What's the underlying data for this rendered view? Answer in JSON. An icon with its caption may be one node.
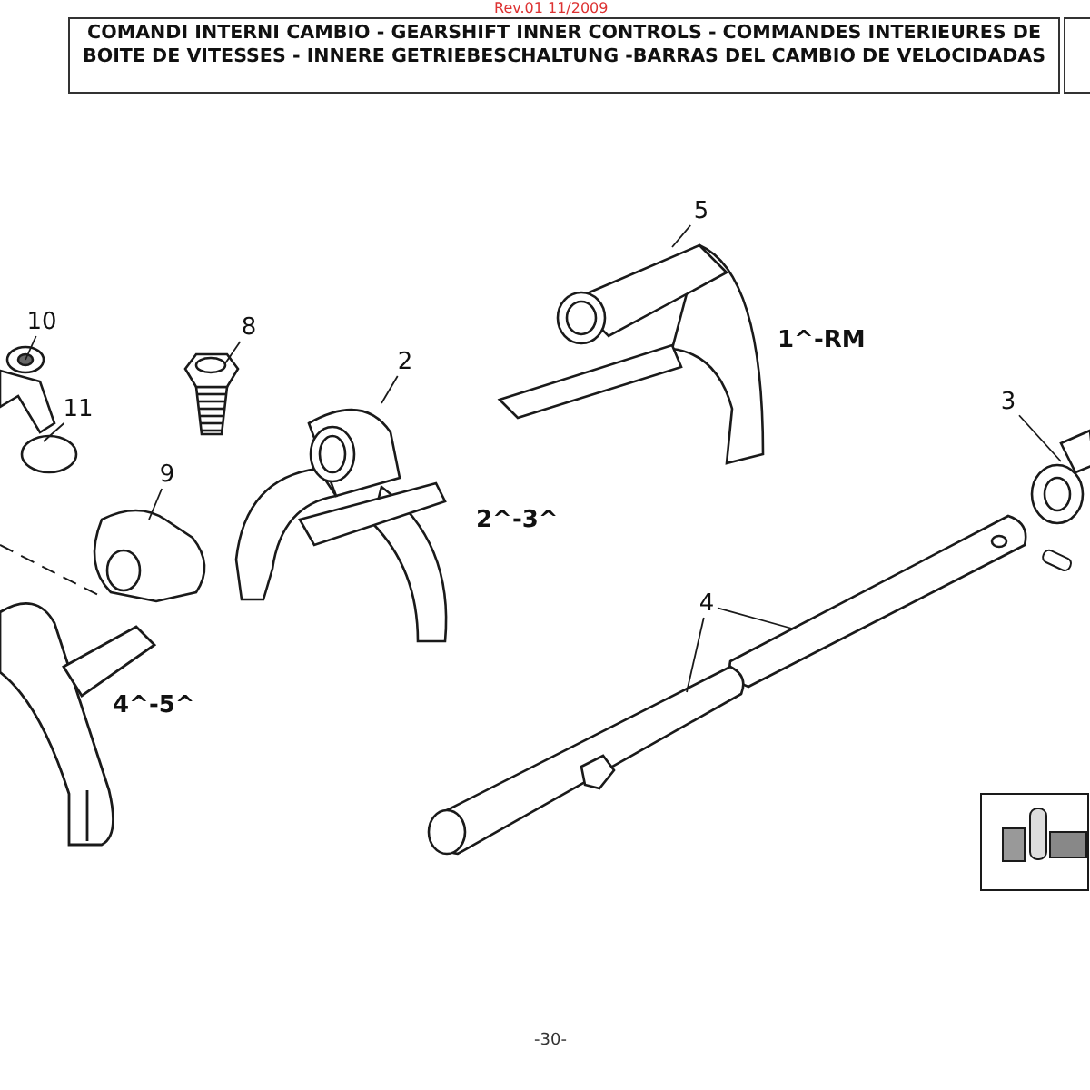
{
  "diagram": {
    "title": "COMANDI INTERNI CAMBIO - GEARSHIFT INNER CONTROLS - COMMANDES INTERIEURES DE BOITE DE VITESSES - INNERE GETRIEBESCHALTUNG -BARRAS DEL CAMBIO DE VELOCIDADAS",
    "nodes": [
      {
        "text": [
          "10"
        ]
      },
      {
        "text": [],
        "shape": "picture"
      },
      {
        "text": [
          "11"
        ]
      },
      {
        "text": [],
        "shape": "circle"
      },
      {
        "text": [
          "8"
        ]
      },
      {
        "text": [],
        "shape": "picture"
      },
      {
        "text": [
          "2"
        ]
      },
      {
        "text": [],
        "shape": "picture"
      },
      {
        "text": [
          "9"
        ]
      },
      {
        "text": [],
        "shape": "picture"
      },
      {
        "text": [
          "5"
        ]
      },
      {
        "text": [],
        "shape": "picture"
      },
      {
        "text": [
          "3"
        ]
      },
      {
        "text": [],
        "shape": "picture"
      },
      {
        "text": [
          "4"
        ]
      },
      {
        "text": [],
        "shape": "picture"
      },
      {
        "text": [],
        "shape": "picture"
      }
    ],
    "edges": [
      {
        "from": 0,
        "to": 1,
        "arrow": "none"
      },
      {
        "from": 2,
        "to": 3,
        "arrow": "none"
      },
      {
        "from": 4,
        "to": 5,
        "arrow": "none"
      },
      {
        "from": 6,
        "to": 7,
        "arrow": "none"
      },
      {
        "from": 8,
        "to": 9,
        "arrow": "none"
      },
      {
        "from": 10,
        "to": 11,
        "arrow": "none"
      },
      {
        "from": 12,
        "to": 13,
        "arrow": "none"
      },
      {
        "from": 14,
        "to": 15,
        "arrow": "none"
      },
      {
        "from": 14,
        "to": 16,
        "arrow": "none"
      }
    ],
    "labels": [
      "Rev.01 11/2009",
      "1^-RM",
      "2^-3^",
      "4^-5^",
      "-30-"
    ]
  }
}
